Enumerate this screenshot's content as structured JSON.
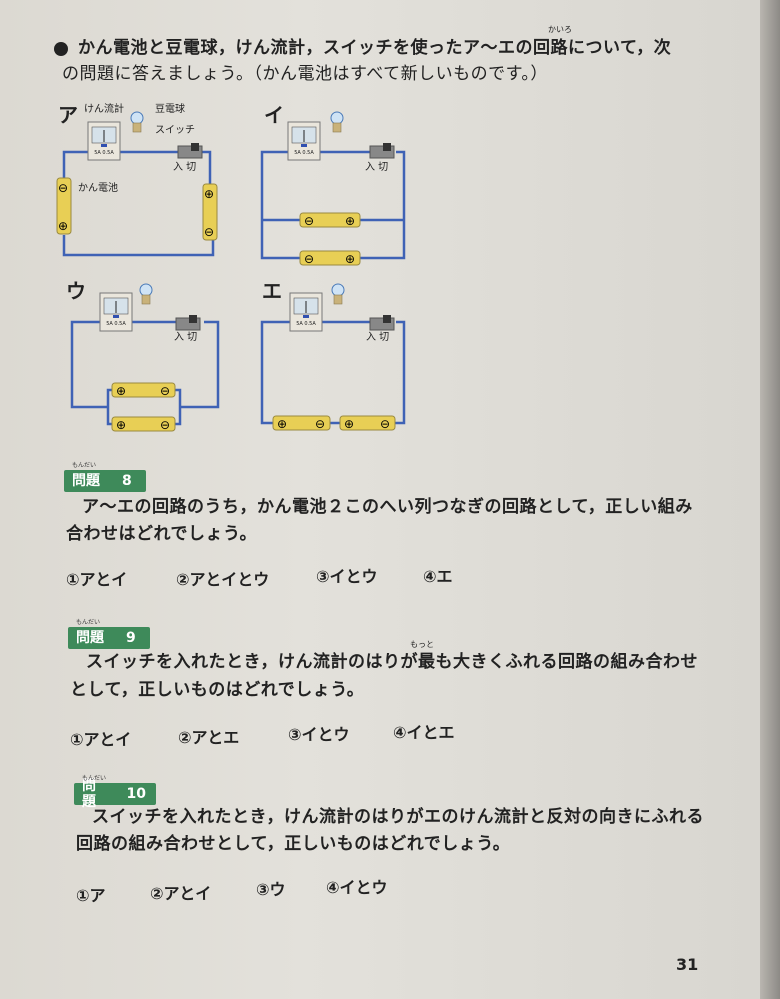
{
  "intro": {
    "line1": "かん電池と豆電球，けん流計，スイッチを使ったア～エの回路について，次",
    "line2": "の問題に答えましょう。（かん電池はすべて新しいものです。）",
    "ruby_kairo": "かいろ"
  },
  "diagram": {
    "circuits": [
      {
        "label": "ア",
        "batteries": "series-vertical"
      },
      {
        "label": "イ",
        "batteries": "parallel"
      },
      {
        "label": "ウ",
        "batteries": "parallel"
      },
      {
        "label": "エ",
        "batteries": "series"
      }
    ],
    "callouts": {
      "galvanometer": "けん流計",
      "bulb": "豆電球",
      "switch": "スイッチ",
      "battery": "かん電池"
    },
    "switch_text": "入  切",
    "meter_scale": "5A 0.5A",
    "plus": "⊕",
    "minus": "⊖"
  },
  "questions": [
    {
      "badge": "問題",
      "number": "8",
      "ruby": "もんだい",
      "line1": "ア～エの回路のうち，かん電池２このへい列つなぎの回路として，正しい組み",
      "line2": "合わせはどれでしょう。",
      "options": [
        "①アとイ",
        "②アとイとウ",
        "③イとウ",
        "④エ"
      ]
    },
    {
      "badge": "問題",
      "number": "9",
      "ruby": "もんだい",
      "ruby_motto": "もっと",
      "line1": "スイッチを入れたとき，けん流計のはりが最も大きくふれる回路の組み合わせ",
      "line2": "として，正しいものはどれでしょう。",
      "options": [
        "①アとイ",
        "②アとエ",
        "③イとウ",
        "④イとエ"
      ]
    },
    {
      "badge": "問題",
      "number": "10",
      "ruby": "もんだい",
      "line1": "スイッチを入れたとき，けん流計のはりがエのけん流計と反対の向きにふれる",
      "line2": "回路の組み合わせとして，正しいものはどれでしょう。",
      "options": [
        "①ア",
        "②アとイ",
        "③ウ",
        "④イとウ"
      ]
    }
  ],
  "page_number": "31",
  "colors": {
    "badge": "#3e8a5a",
    "wire": "#3f62b5",
    "battery": "#e8cf55"
  }
}
